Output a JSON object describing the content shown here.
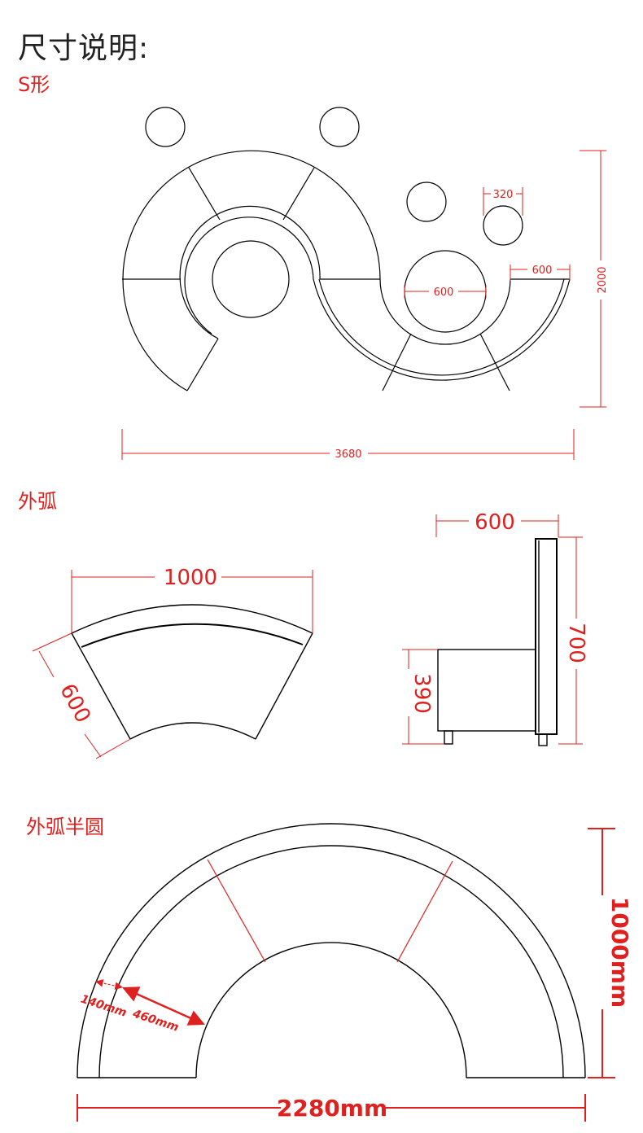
{
  "heading": "尺寸说明:",
  "sections": {
    "s_shape": {
      "label": "S形",
      "dims": {
        "width": "3680",
        "height": "2000",
        "module_depth": "600",
        "table_diameter": "600",
        "stool_diameter": "320"
      }
    },
    "outer_arc": {
      "label": "外弧",
      "dims": {
        "length": "1000",
        "depth": "600",
        "side_depth": "600",
        "side_height": "700",
        "seat_height": "390"
      }
    },
    "outer_semicircle": {
      "label": "外弧半圆",
      "dims": {
        "width": "2280mm",
        "height": "1000mm",
        "backrest": "140mm",
        "seat": "460mm"
      }
    }
  },
  "colors": {
    "dimension": "#e0201e",
    "line": "#000000"
  }
}
